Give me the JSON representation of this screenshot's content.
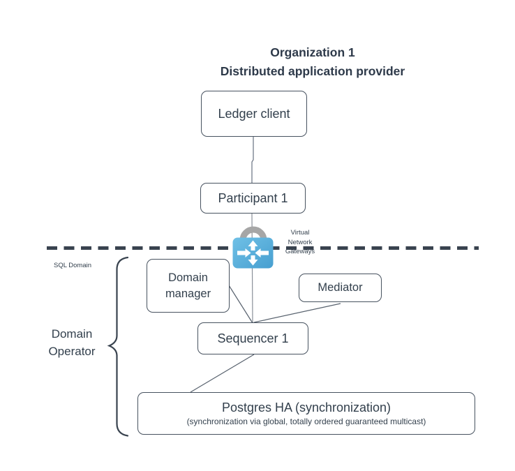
{
  "diagram": {
    "title": {
      "line1": "Organization 1",
      "line2": "Distributed application provider"
    },
    "nodes": {
      "ledger_client": {
        "label": "Ledger client"
      },
      "participant1": {
        "label": "Participant 1"
      },
      "domain_manager": {
        "label": "Domain manager"
      },
      "mediator": {
        "label": "Mediator"
      },
      "sequencer1": {
        "label": "Sequencer 1"
      },
      "postgres_ha": {
        "label": "Postgres HA (synchronization)",
        "sublabel": "(synchronization via global, totally ordered guaranteed multicast)"
      }
    },
    "annotations": {
      "virtual_network_gateways": "Virtual Network Gateways",
      "sql_domain": "SQL Domain",
      "domain_operator": "Domain Operator"
    },
    "icons": {
      "gateway_lock": "lock-with-virtual-network-gateway-arrows"
    },
    "colors": {
      "text": "#33404d",
      "title_text": "#2e3a4a",
      "box_border": "#47525f",
      "connector_line": "#667080",
      "divider_dash": "#39434f",
      "brace": "#39434f",
      "lock_shackle": "#a6a6a6",
      "lock_body_light": "#6fc0e6",
      "lock_body_dark": "#479fd0",
      "gateway_arrows": "#ffffff",
      "background": "#ffffff"
    }
  }
}
